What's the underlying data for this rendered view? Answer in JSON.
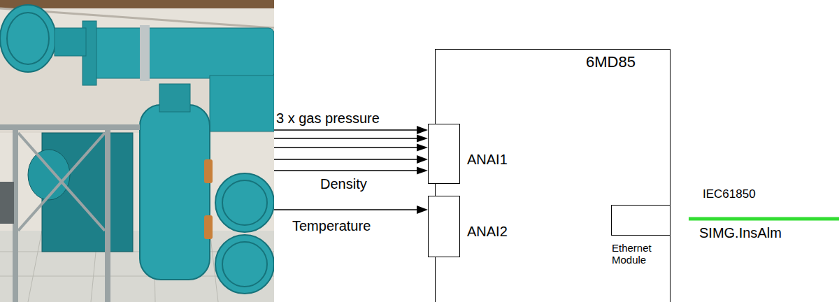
{
  "diagram": {
    "nodes": [
      {
        "text": [
          "6MD85"
        ]
      },
      {
        "text": [
          "ANAI1"
        ],
        "in": 0
      },
      {
        "text": [
          "ANAI2"
        ],
        "in": 0
      },
      {
        "text": [
          "Ethernet Module"
        ],
        "in": 0
      }
    ],
    "labels": [
      "3 x gas pressure",
      "Density",
      "Temperature",
      "IEC61850",
      "SIMG.InsAlm"
    ]
  }
}
